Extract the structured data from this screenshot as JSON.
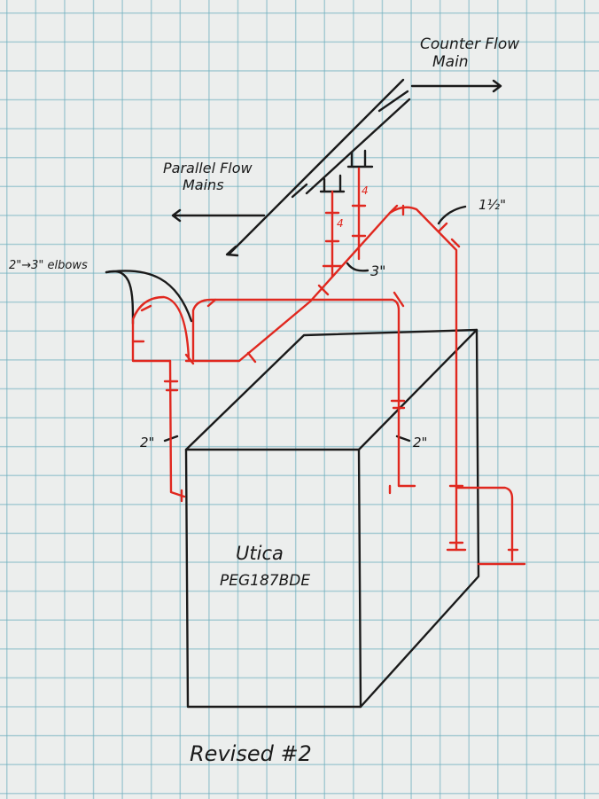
{
  "labels": {
    "counter_flow_line1": "Counter Flow",
    "counter_flow_line2": "Main",
    "parallel_flow_line1": "Parallel Flow",
    "parallel_flow_line2": "Mains",
    "elbows": "2\"→3\" elbows",
    "size_1_5": "1½\"",
    "size_3": "3\"",
    "size_2_left": "2\"",
    "size_2_right": "2\"",
    "riser_mark_1": "4",
    "riser_mark_2": "4",
    "boiler_brand": "Utica",
    "boiler_model": "PEG187BDE",
    "revision": "Revised #2"
  },
  "colors": {
    "ink": "#1a1a1a",
    "pipe": "#e0281f",
    "grid": "#6eafbe",
    "paper": "#eceeed"
  }
}
